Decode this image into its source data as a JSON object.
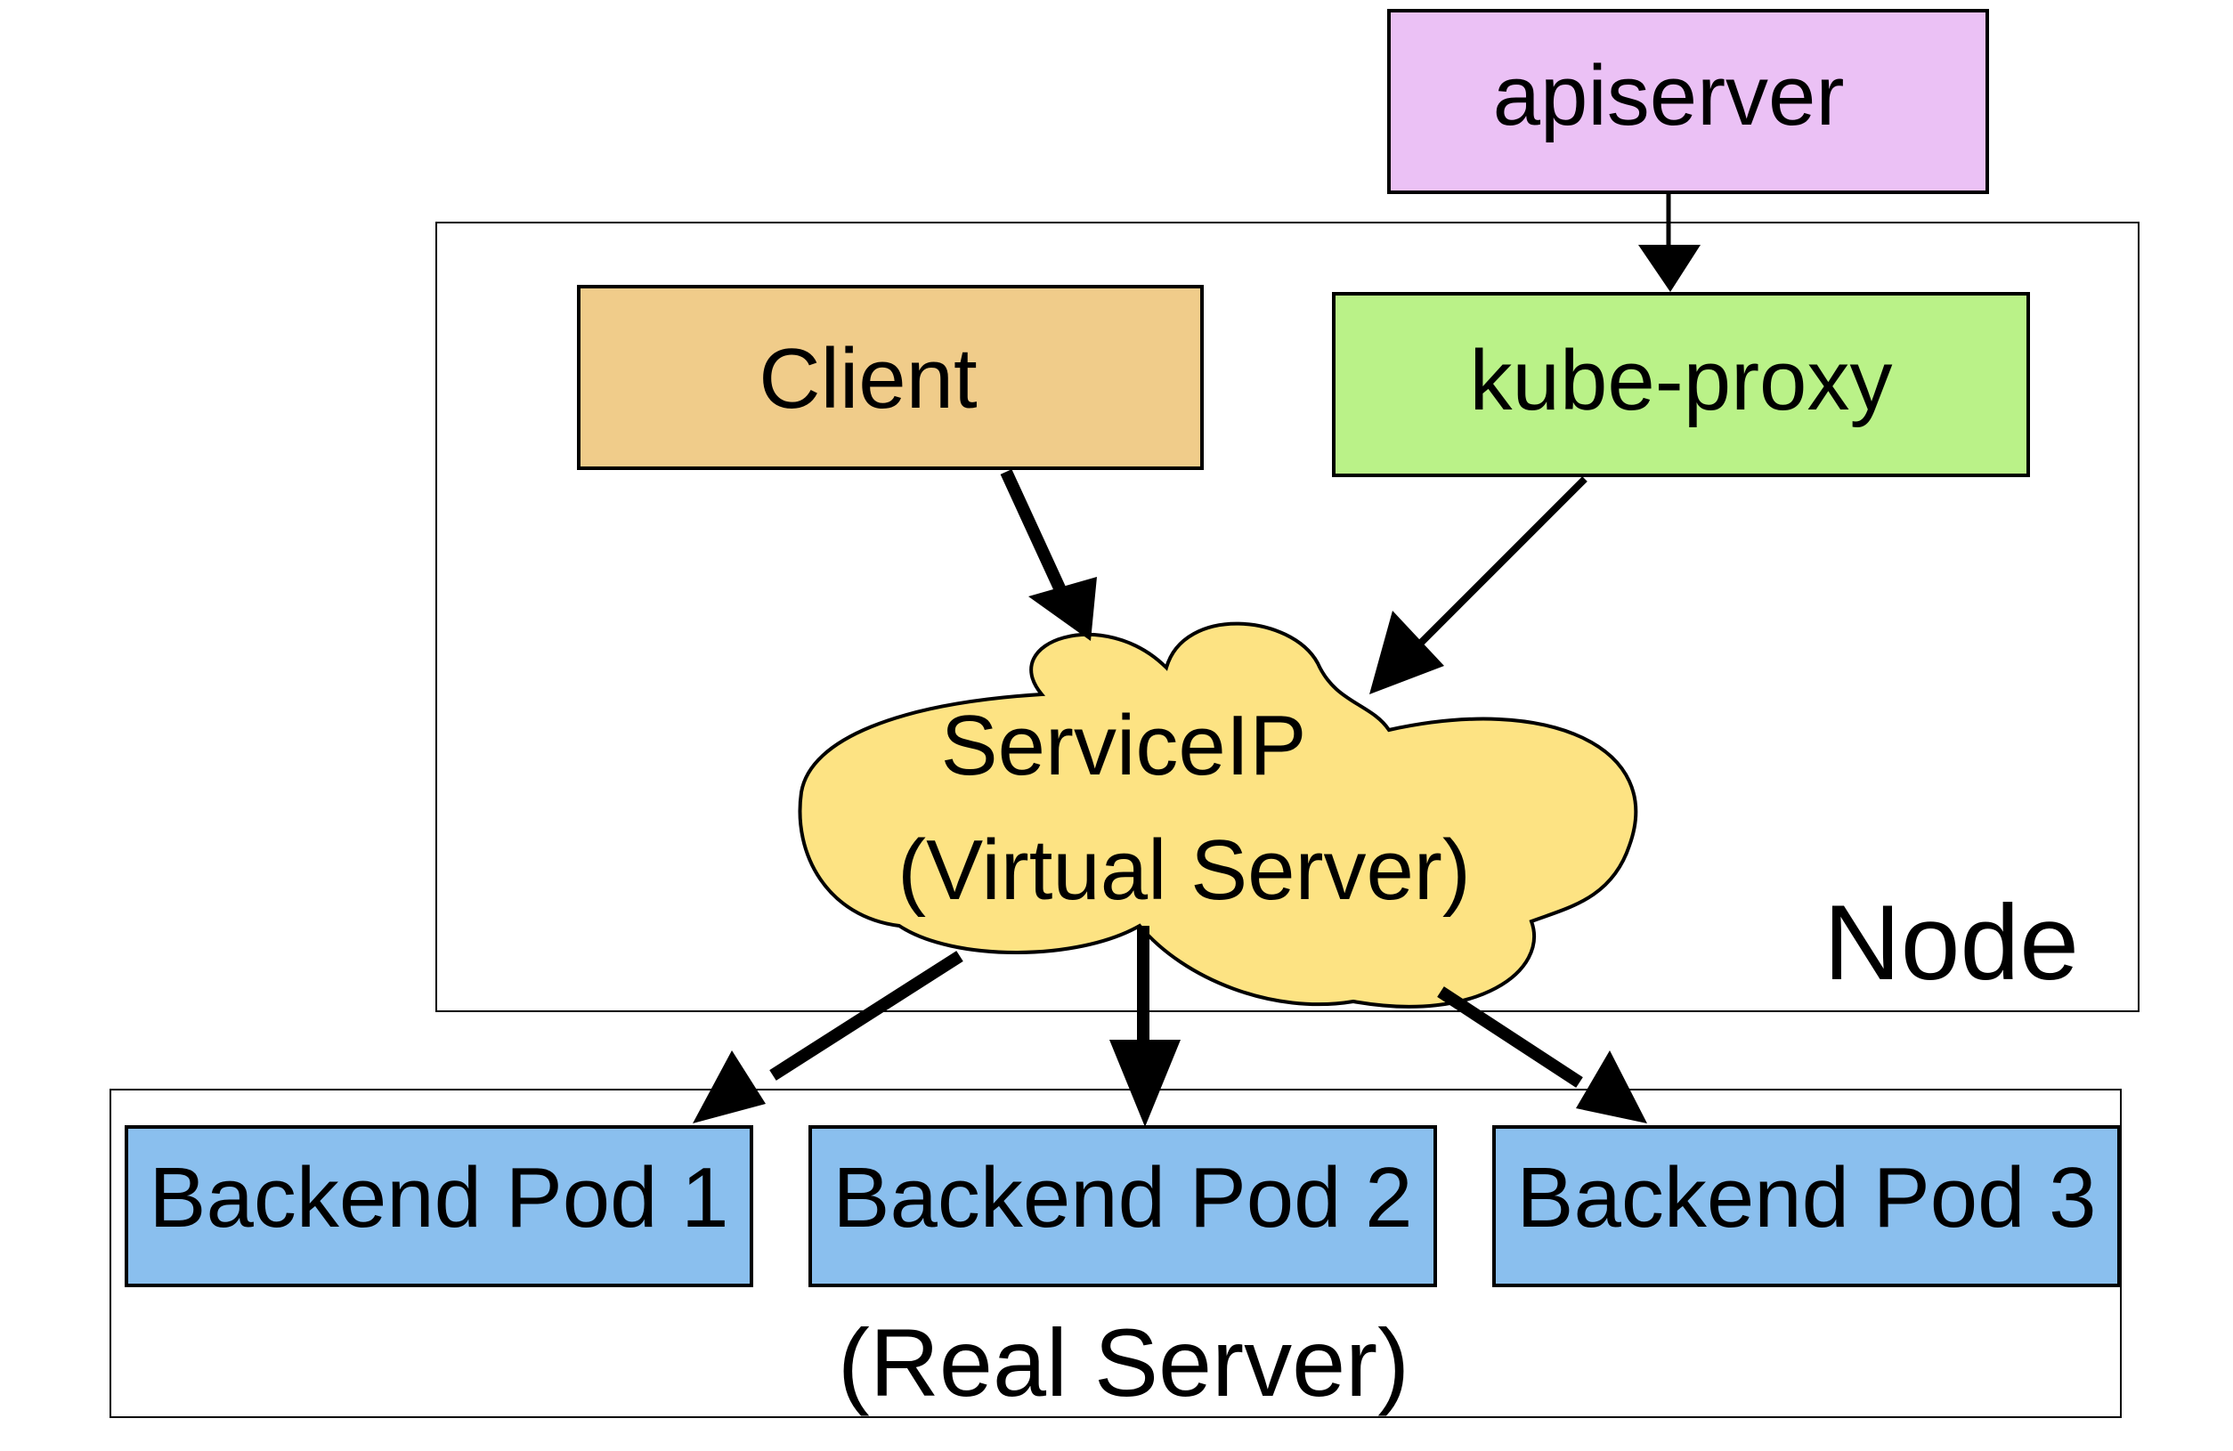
{
  "nodes": {
    "apiserver": {
      "label": "apiserver",
      "fill": "#ebc1f5"
    },
    "client": {
      "label": "Client",
      "fill": "#f0cc8a"
    },
    "kube_proxy": {
      "label": "kube-proxy",
      "fill": "#baf288"
    },
    "service_ip": {
      "label": "ServiceIP",
      "sublabel": "(Virtual Server)",
      "fill": "#fde383"
    },
    "pods": [
      {
        "label": "Backend Pod 1"
      },
      {
        "label": "Backend Pod 2"
      },
      {
        "label": "Backend Pod 3"
      }
    ],
    "pod_fill": "#8abfee"
  },
  "groups": {
    "node": {
      "label": "Node"
    },
    "real_server": {
      "label": "(Real Server)"
    }
  },
  "colors": {
    "annotation_red": "#ff0000",
    "stroke": "#000000"
  },
  "edges": [
    {
      "from": "apiserver",
      "to": "kube-proxy"
    },
    {
      "from": "Client",
      "to": "ServiceIP"
    },
    {
      "from": "kube-proxy",
      "to": "ServiceIP"
    },
    {
      "from": "ServiceIP",
      "to": "Backend Pod 1"
    },
    {
      "from": "ServiceIP",
      "to": "Backend Pod 2"
    },
    {
      "from": "ServiceIP",
      "to": "Backend Pod 3"
    }
  ]
}
